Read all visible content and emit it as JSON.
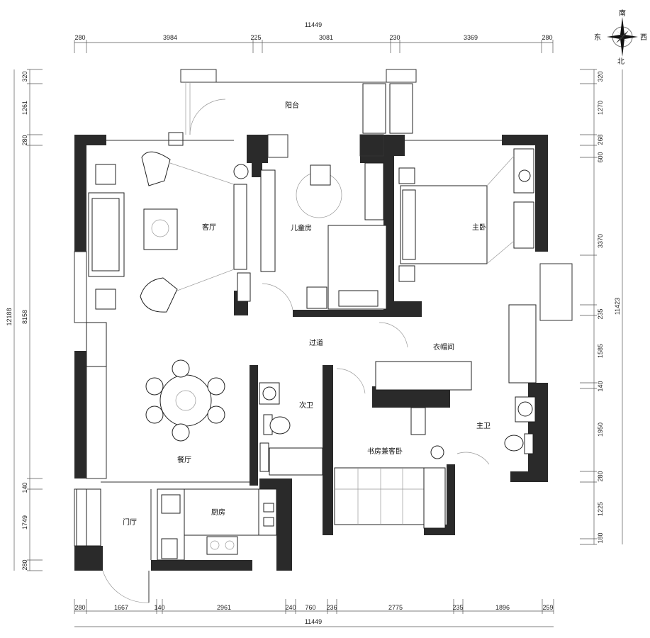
{
  "rooms": {
    "balcony": "阳台",
    "living_room": "客厅",
    "kids_room": "儿童房",
    "master_bedroom": "主卧",
    "corridor": "过道",
    "walk_in_closet": "衣帽间",
    "secondary_bath": "次卫",
    "master_bath": "主卫",
    "study_guest_room": "书房兼客卧",
    "dining_room": "餐厅",
    "foyer": "门厅",
    "kitchen": "厨房"
  },
  "compass": {
    "south": "南",
    "east": "东",
    "west": "西",
    "north": "北"
  },
  "dimensions": {
    "top_total": "11449",
    "top": [
      "280",
      "3984",
      "225",
      "3081",
      "230",
      "3369",
      "280"
    ],
    "bottom": [
      "280",
      "1667",
      "140",
      "2961",
      "240",
      "760",
      "236",
      "2775",
      "235",
      "1896",
      "259"
    ],
    "bottom_total": "11449",
    "left_total": "12188",
    "left": [
      "320",
      "1261",
      "280",
      "8158",
      "140",
      "1749",
      "280"
    ],
    "right": [
      "320",
      "1270",
      "268",
      "600",
      "3370",
      "235",
      "1585",
      "140",
      "1950",
      "280",
      "1225",
      "180"
    ],
    "right_total": "11423"
  }
}
